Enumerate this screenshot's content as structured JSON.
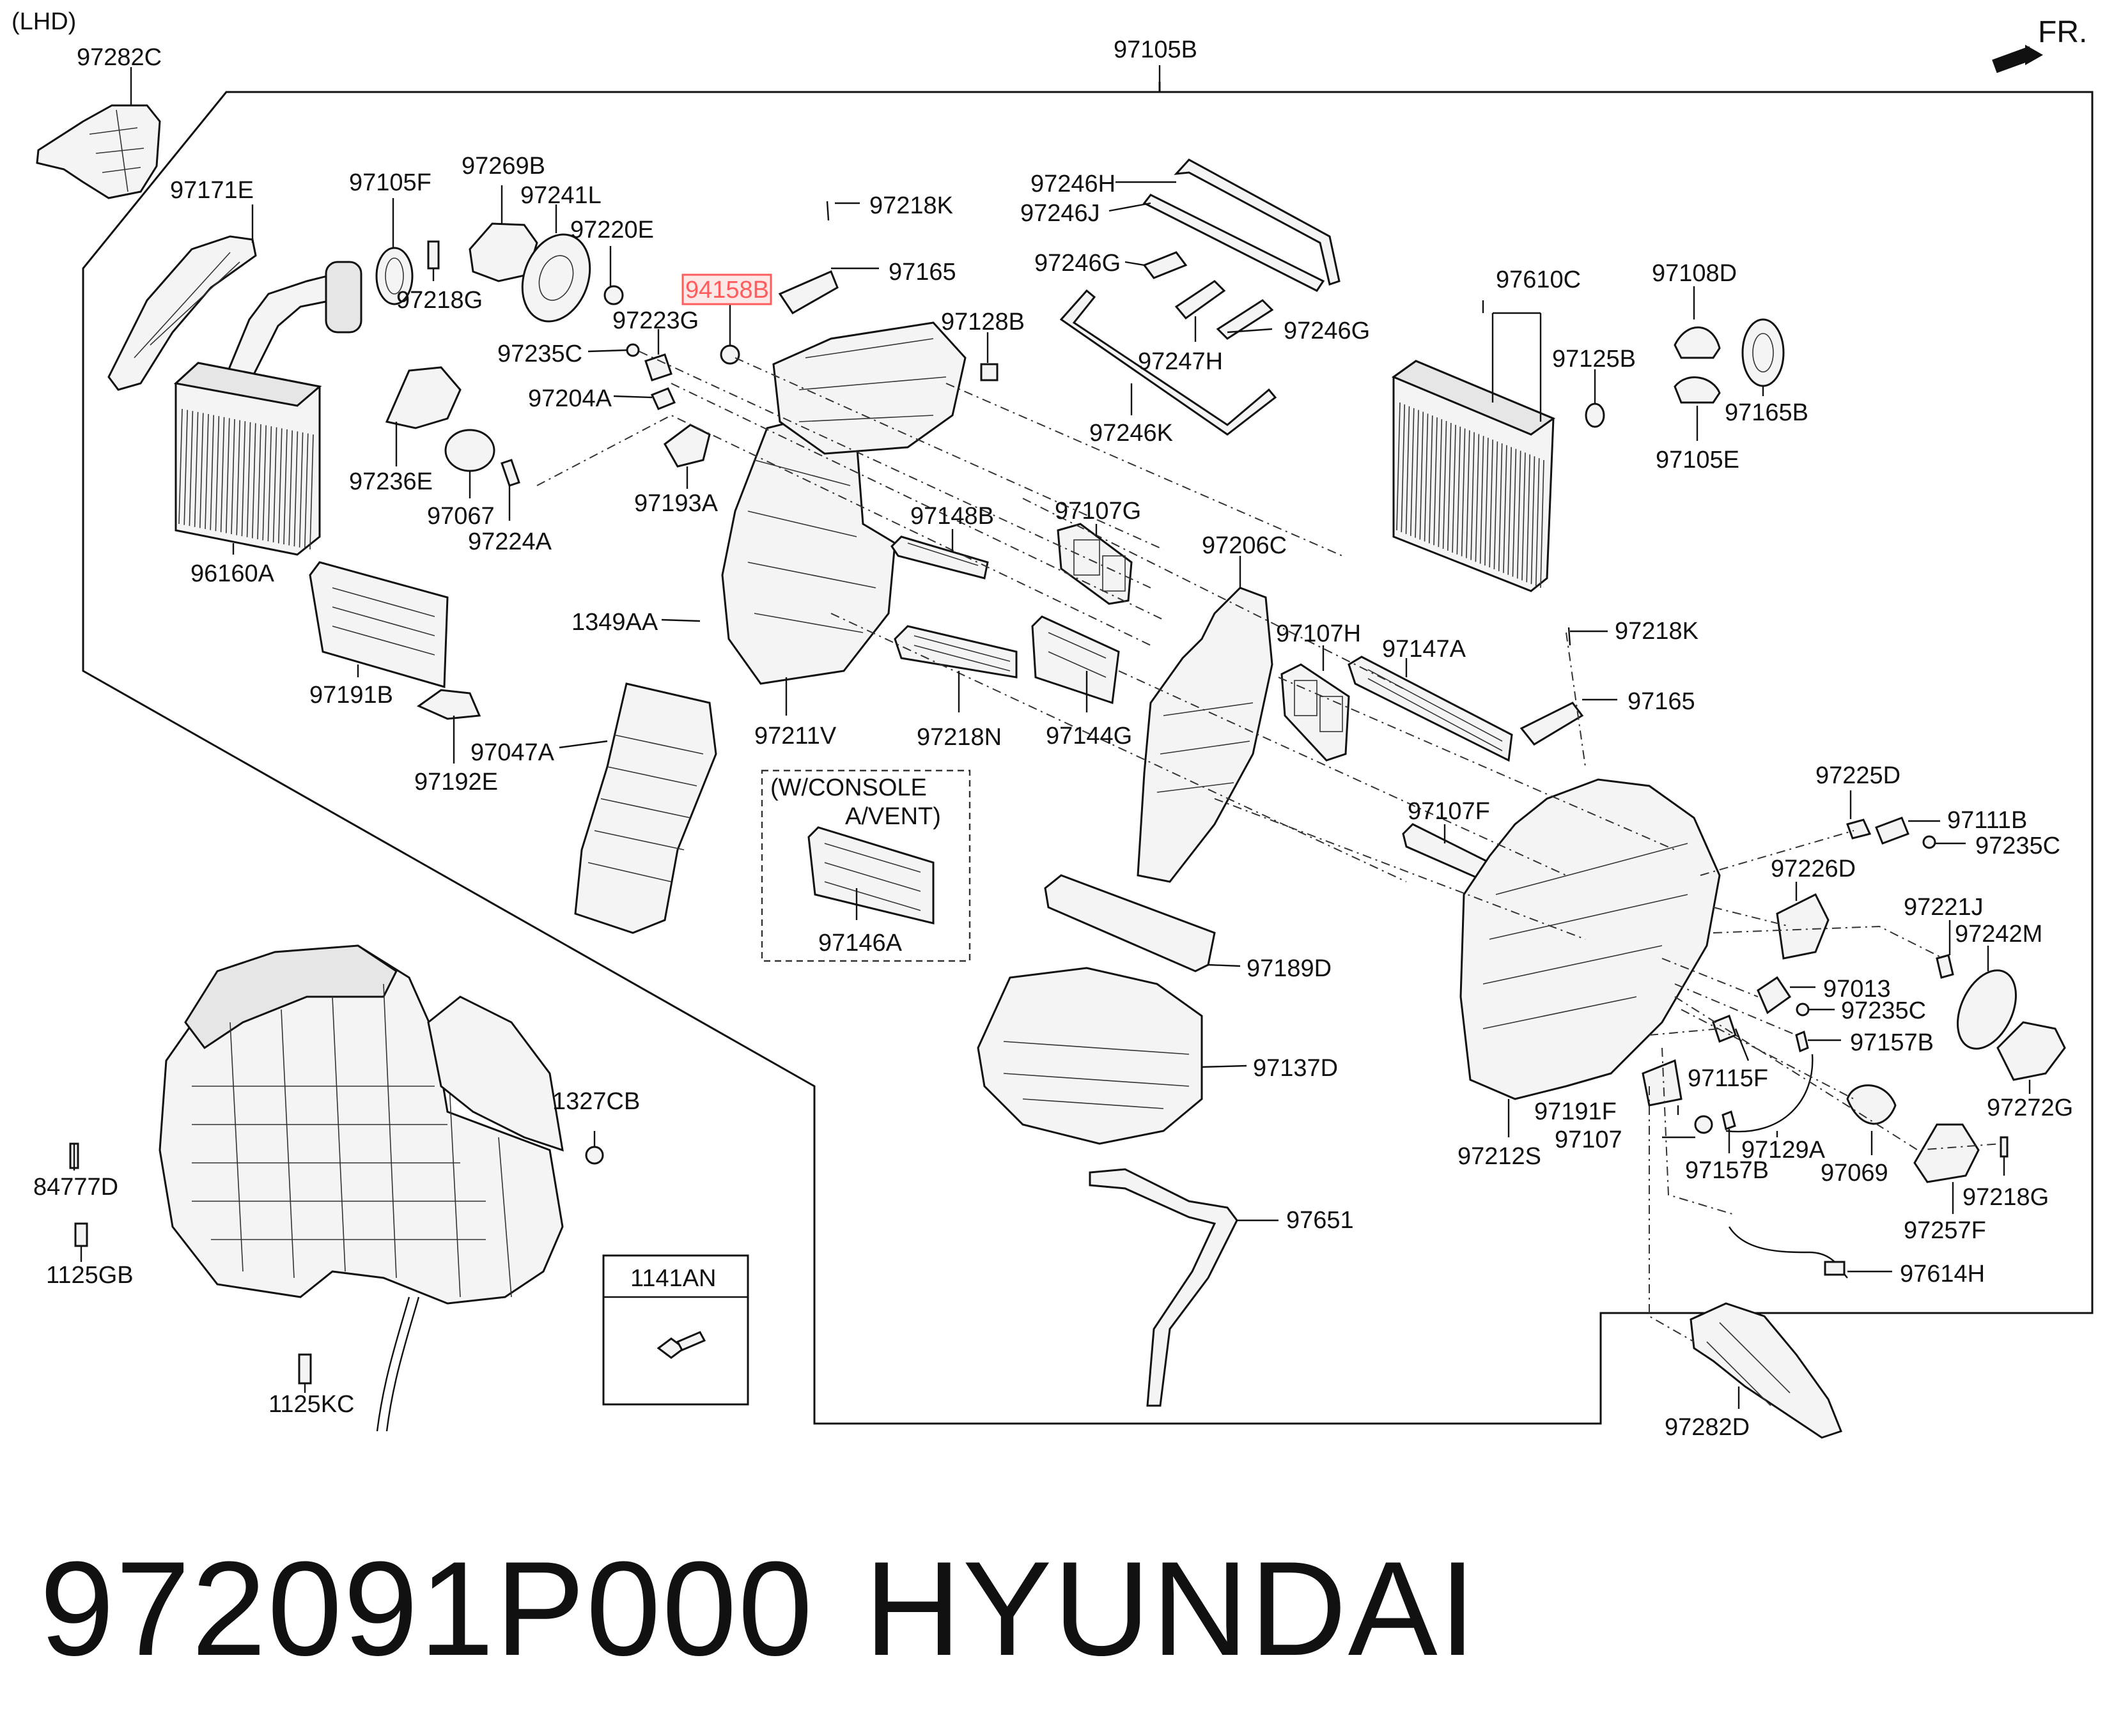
{
  "corner_note": "(LHD)",
  "direction": "FR.",
  "footer": {
    "part_number": "972091P000",
    "brand": "HYUNDAI"
  },
  "highlight_color": "#ff5d5d",
  "highlight_fill": "#fde8e8",
  "callouts": {
    "note_console": "(W/CONSOLE",
    "note_vent": "A/VENT)",
    "boxed_part": "1141AN"
  },
  "labels": [
    {
      "id": "l_97282C",
      "text": "97282C"
    },
    {
      "id": "l_97105B",
      "text": "97105B"
    },
    {
      "id": "l_97171E",
      "text": "97171E"
    },
    {
      "id": "l_97105F",
      "text": "97105F"
    },
    {
      "id": "l_97269B",
      "text": "97269B"
    },
    {
      "id": "l_97241L",
      "text": "97241L"
    },
    {
      "id": "l_97220E",
      "text": "97220E"
    },
    {
      "id": "l_97218G_a",
      "text": "97218G"
    },
    {
      "id": "l_94158B",
      "text": "94158B",
      "highlighted": true
    },
    {
      "id": "l_97223G",
      "text": "97223G"
    },
    {
      "id": "l_97235C_a",
      "text": "97235C"
    },
    {
      "id": "l_97204A",
      "text": "97204A"
    },
    {
      "id": "l_97236E",
      "text": "97236E"
    },
    {
      "id": "l_97067",
      "text": "97067"
    },
    {
      "id": "l_97224A",
      "text": "97224A"
    },
    {
      "id": "l_97193A",
      "text": "97193A"
    },
    {
      "id": "l_96160A",
      "text": "96160A"
    },
    {
      "id": "l_97191B",
      "text": "97191B"
    },
    {
      "id": "l_97192E",
      "text": "97192E"
    },
    {
      "id": "l_97047A",
      "text": "97047A"
    },
    {
      "id": "l_1349AA",
      "text": "1349AA"
    },
    {
      "id": "l_97211V",
      "text": "97211V"
    },
    {
      "id": "l_97218K_a",
      "text": "97218K"
    },
    {
      "id": "l_97165_a",
      "text": "97165"
    },
    {
      "id": "l_97128B",
      "text": "97128B"
    },
    {
      "id": "l_97148B",
      "text": "97148B"
    },
    {
      "id": "l_97218N",
      "text": "97218N"
    },
    {
      "id": "l_97144G",
      "text": "97144G"
    },
    {
      "id": "l_97146A",
      "text": "97146A"
    },
    {
      "id": "l_97246H",
      "text": "97246H"
    },
    {
      "id": "l_97246J",
      "text": "97246J"
    },
    {
      "id": "l_97246G_a",
      "text": "97246G"
    },
    {
      "id": "l_97247H",
      "text": "97247H"
    },
    {
      "id": "l_97246G_b",
      "text": "97246G"
    },
    {
      "id": "l_97246K",
      "text": "97246K"
    },
    {
      "id": "l_97107G",
      "text": "97107G"
    },
    {
      "id": "l_97206C",
      "text": "97206C"
    },
    {
      "id": "l_97107H",
      "text": "97107H"
    },
    {
      "id": "l_97147A",
      "text": "97147A"
    },
    {
      "id": "l_97610C",
      "text": "97610C"
    },
    {
      "id": "l_97125B",
      "text": "97125B"
    },
    {
      "id": "l_97108D",
      "text": "97108D"
    },
    {
      "id": "l_97165B",
      "text": "97165B"
    },
    {
      "id": "l_97105E",
      "text": "97105E"
    },
    {
      "id": "l_97218K_b",
      "text": "97218K"
    },
    {
      "id": "l_97165_b",
      "text": "97165"
    },
    {
      "id": "l_97107F",
      "text": "97107F"
    },
    {
      "id": "l_97225D",
      "text": "97225D"
    },
    {
      "id": "l_97111B",
      "text": "97111B"
    },
    {
      "id": "l_97235C_b",
      "text": "97235C"
    },
    {
      "id": "l_97226D",
      "text": "97226D"
    },
    {
      "id": "l_97221J",
      "text": "97221J"
    },
    {
      "id": "l_97242M",
      "text": "97242M"
    },
    {
      "id": "l_97013",
      "text": "97013"
    },
    {
      "id": "l_97235C_c",
      "text": "97235C"
    },
    {
      "id": "l_97157B_a",
      "text": "97157B"
    },
    {
      "id": "l_97272G",
      "text": "97272G"
    },
    {
      "id": "l_97115F",
      "text": "97115F"
    },
    {
      "id": "l_97191F",
      "text": "97191F"
    },
    {
      "id": "l_97107",
      "text": "97107"
    },
    {
      "id": "l_97129A",
      "text": "97129A"
    },
    {
      "id": "l_97069",
      "text": "97069"
    },
    {
      "id": "l_97157B_b",
      "text": "97157B"
    },
    {
      "id": "l_97218G_b",
      "text": "97218G"
    },
    {
      "id": "l_97257F",
      "text": "97257F"
    },
    {
      "id": "l_97212S",
      "text": "97212S"
    },
    {
      "id": "l_97614H",
      "text": "97614H"
    },
    {
      "id": "l_97282D",
      "text": "97282D"
    },
    {
      "id": "l_97189D",
      "text": "97189D"
    },
    {
      "id": "l_97137D",
      "text": "97137D"
    },
    {
      "id": "l_97651",
      "text": "97651"
    },
    {
      "id": "l_1327CB",
      "text": "1327CB"
    },
    {
      "id": "l_84777D",
      "text": "84777D"
    },
    {
      "id": "l_1125GB",
      "text": "1125GB"
    },
    {
      "id": "l_1125KC",
      "text": "1125KC"
    }
  ]
}
